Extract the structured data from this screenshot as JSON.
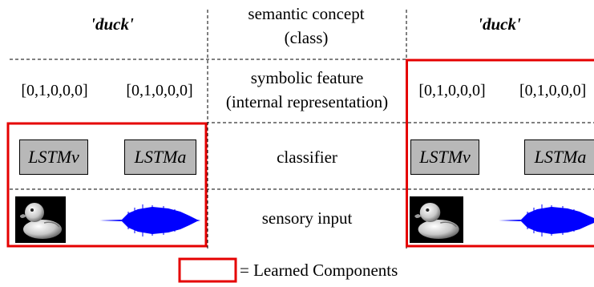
{
  "left_panel": {
    "class_label": "'duck'",
    "feature_visual": "[0,1,0,0,0]",
    "feature_audio": "[0,1,0,0,0]",
    "lstm_visual": {
      "base": "LSTM",
      "sub": "v"
    },
    "lstm_audio": {
      "base": "LSTM",
      "sub": "a"
    }
  },
  "right_panel": {
    "class_label": "'duck'",
    "feature_visual": "[0,1,0,0,0]",
    "feature_audio": "[0,1,0,0,0]",
    "lstm_visual": {
      "base": "LSTM",
      "sub": "v"
    },
    "lstm_audio": {
      "base": "LSTM",
      "sub": "a"
    }
  },
  "rows": {
    "semantic_line1": "semantic concept",
    "semantic_line2": "(class)",
    "symbolic_line1": "symbolic feature",
    "symbolic_line2": "(internal representation)",
    "classifier": "classifier",
    "sensory": "sensory input"
  },
  "legend": {
    "label": "= Learned Components"
  },
  "colors": {
    "highlight": "#e50000",
    "lstm_box": "#b8b8b8",
    "waveform": "#0000ff",
    "duck_background": "#000000"
  },
  "icons": {
    "image_input": "rubber-duck-icon",
    "audio_input": "audio-waveform-icon"
  }
}
